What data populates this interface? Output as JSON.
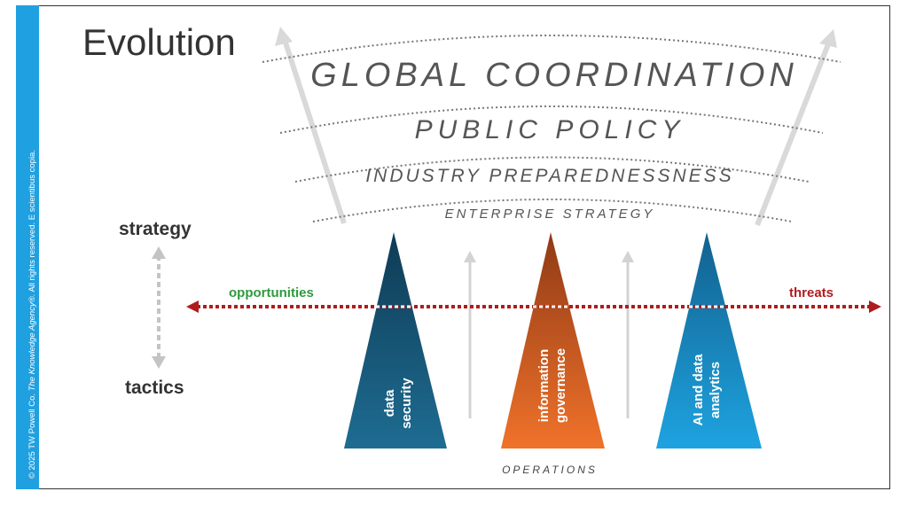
{
  "title": "Evolution",
  "copyright": {
    "prefix": "© 2025 TW Powell Co. ",
    "agency": "The Knowledge Agency®",
    "suffix": ". All rights reserved. E scientibus copia."
  },
  "axis": {
    "top_label": "strategy",
    "bottom_label": "tactics",
    "left_label": "opportunities",
    "right_label": "threats"
  },
  "tiers": [
    "GLOBAL COORDINATION",
    "PUBLIC POLICY",
    "INDUSTRY PREPAREDNESSNESS",
    "ENTERPRISE STRATEGY"
  ],
  "pillars": [
    {
      "line1": "data",
      "line2": "security",
      "color": "#1b5f80"
    },
    {
      "line1": "information",
      "line2": "governance",
      "color": "#e5671f"
    },
    {
      "line1": "AI and data",
      "line2": "analytics",
      "color": "#1a8ec9"
    }
  ],
  "operations_label": "OPERATIONS",
  "colors": {
    "sidebar": "#1fa0e0",
    "opportunities": "#2e9a3e",
    "threats": "#b01c1c",
    "dotted_axis": "#b01c1c"
  }
}
